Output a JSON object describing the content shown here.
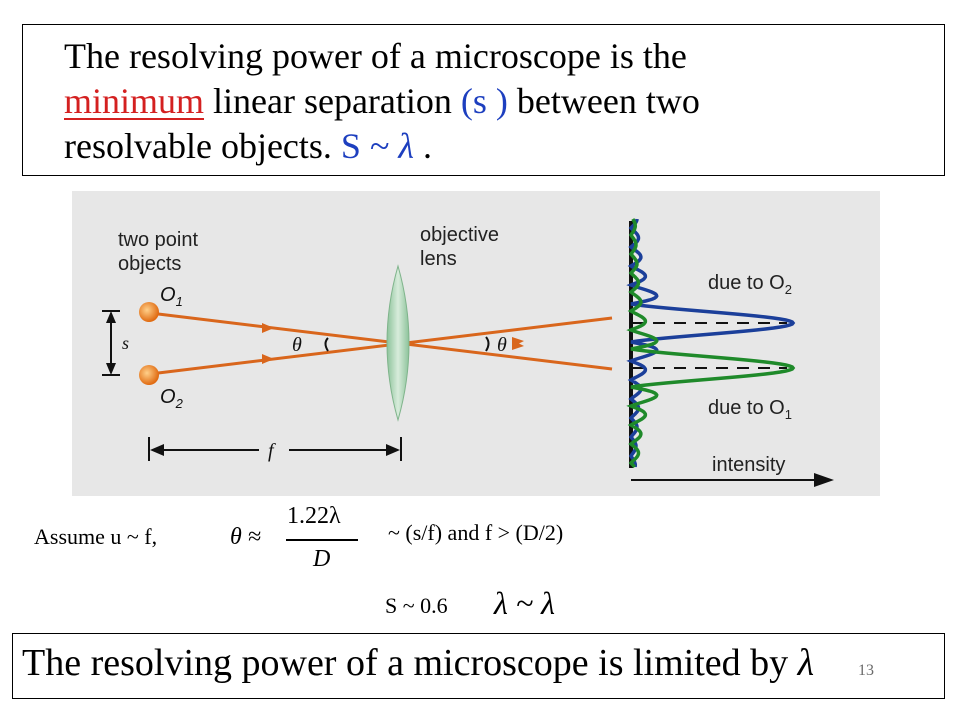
{
  "top_statement": {
    "part1": "The resolving power of a microscope is the",
    "highlight": "minimum",
    "part2": " linear separation ",
    "s_label": "(s )",
    "part3": "  between two",
    "part4": "resolvable objects.",
    "relation": " S ~ ",
    "lambda": "λ",
    "period": " ."
  },
  "figure": {
    "labels": {
      "two_point_objects": [
        "two point",
        "objects"
      ],
      "objective_lens": [
        "objective",
        "lens"
      ],
      "due_to_o2": "due to O",
      "due_to_o2_sub": "2",
      "due_to_o1": "due to O",
      "due_to_o1_sub": "1",
      "intensity": "intensity",
      "o1": "O",
      "o1_sub": "1",
      "o2": "O",
      "o2_sub": "2",
      "s": "s",
      "f": "f",
      "theta": "θ"
    },
    "colors": {
      "background": "#e7e7e7",
      "rays": "#d9661c",
      "objects": "#e8861c",
      "lens": "#9bc9a6",
      "curve_o2": "#1b3f9a",
      "curve_o1": "#1f8a2a"
    }
  },
  "equation": {
    "assume": "Assume  u ~ f,",
    "theta_approx": "θ ≈",
    "numerator": "1.22λ",
    "denominator": "D",
    "condition": "~  (s/f)  and  f > (D/2)",
    "result_prefix": "S ~ 0.6",
    "result_lambda": "λ ~  λ"
  },
  "bottom_statement": {
    "text": "The resolving power of a microscope is limited by ",
    "lambda": "λ"
  },
  "page_number": "13"
}
